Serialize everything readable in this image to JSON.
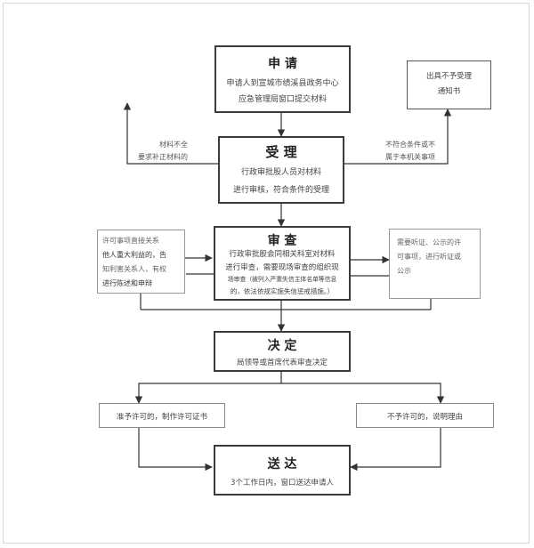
{
  "apply": {
    "title": "申 请",
    "lines": [
      "申请人到宣城市绩溪县政务中心",
      "应急管理局窗口提交材料"
    ]
  },
  "notify": {
    "lines": [
      "出具不予受理",
      "通知书"
    ]
  },
  "accept": {
    "title": "受 理",
    "lines": [
      "行政审批股人员对材料",
      "进行审核，符合条件的受理"
    ]
  },
  "label_left": {
    "lines": [
      "材料不全",
      "要求补正材料的"
    ]
  },
  "label_right": {
    "lines": [
      "不符合条件或不",
      "属于本机关事项"
    ]
  },
  "review": {
    "title": "审 查",
    "lines": [
      "行政审批股会同相关科室对材料",
      "进行审查，需要现场审查的组织现",
      "场审查（被列入严重失信主体名单等信息",
      "的，依法依规实施失信惩戒措施。）"
    ]
  },
  "left_note": {
    "lines": [
      "许可事项直接关系",
      "他人重大利益的，告",
      "知利害关系人，有权",
      "进行陈述和申辩"
    ]
  },
  "right_note": {
    "lines": [
      "需要听证、公示的许",
      "可事项，进行听证或",
      "公示"
    ]
  },
  "decide": {
    "title": "决 定",
    "lines": [
      "局领导或首席代表审查决定"
    ]
  },
  "grant": {
    "text": "准予许可的，制作许可证书"
  },
  "deny": {
    "text": "不予许可的，说明理由"
  },
  "deliver": {
    "title": "送 达",
    "lines": [
      "3个工作日内，窗口送达申请人"
    ]
  }
}
